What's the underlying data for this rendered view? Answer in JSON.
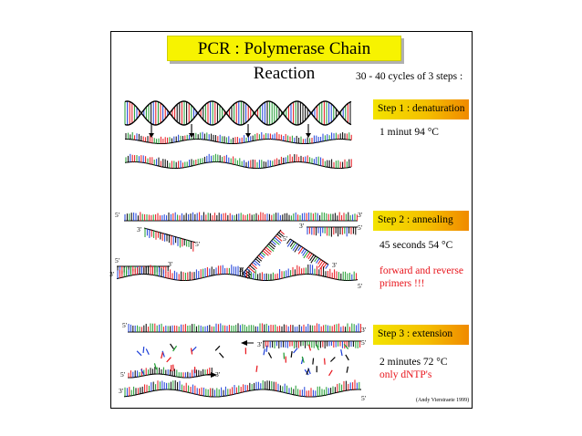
{
  "title": "PCR : Polymerase Chain Reaction",
  "subtitle": "30 - 40 cycles of 3 steps :",
  "steps": [
    {
      "label": "Step 1 : denaturation",
      "detail": "1 minut 94 °C"
    },
    {
      "label": "Step 2 : annealing",
      "detail": "45 seconds 54 °C",
      "note_line1": "forward and reverse",
      "note_line2": "primers !!!"
    },
    {
      "label": "Step 3 : extension",
      "detail": "2 minutes 72 °C",
      "note": "only dNTP's"
    }
  ],
  "ends": {
    "five": "5'",
    "three": "3'"
  },
  "credit": "(Andy Vierstraete 1999)",
  "colors": {
    "title_bg": "#f7f300",
    "step_gradient": [
      "#f3e300",
      "#f4c000",
      "#f08a00"
    ],
    "note_text": "#e8141b",
    "bases": [
      "#e8141b",
      "#1c9b2e",
      "#1d3fd8",
      "#000000"
    ]
  }
}
